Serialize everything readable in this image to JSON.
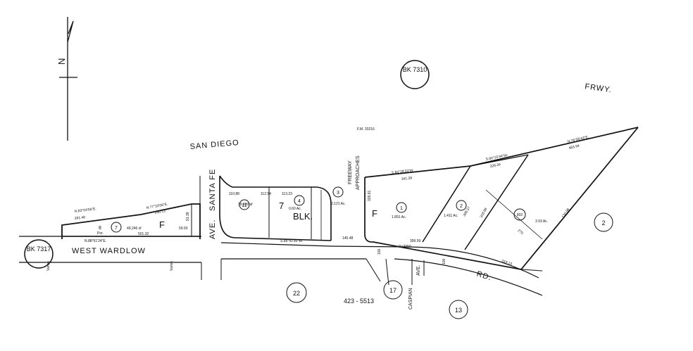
{
  "map_sheets": {
    "current": "BK 7310",
    "west": "BK 7317"
  },
  "north_label": "N",
  "streets": {
    "san_diego": "SAN DIEGO",
    "frwy": "FRWY.",
    "west_wardlow": "WEST   WARDLOW",
    "rd": "RD.",
    "santa_fe": "SANTA FE",
    "ave": "AVE.",
    "freeway_approaches_1": "FREEWAY",
    "freeway_approaches_2": "APPROACHES",
    "caspian_1": "CASPIAN",
    "caspian_2": "AVE."
  },
  "block_labels": {
    "blk": "BLK.",
    "blk_number": "7",
    "f_west": "F",
    "f_east": "F",
    "fm": "F.M. 20216",
    "tract_ref": "423 - 5513"
  },
  "adjacent_pages": [
    "2",
    "22",
    "17",
    "13"
  ],
  "parcels": {
    "p7": "7",
    "p7_area": "49,246 sf",
    "p8": "8",
    "p8_por": "Por.",
    "p11": "11",
    "p11_area": "39,630 sf",
    "p4": "4",
    "p4_area": "0.60 Ac.",
    "p3": "3",
    "p3_area": "0.121 Ac.",
    "p1": "1",
    "p1_area": "1.891 Ac.",
    "p2": "2",
    "p2_area": "1.411 Ac.",
    "p802": "802",
    "p802_area": "3.93 Ac."
  },
  "bearings": {
    "b1": "N.83°04'06\"E.",
    "b1_dist": "291.48",
    "b2": "N.77°33'08\"E.",
    "b2_dist": "240.13",
    "b3": "N.88°51'24\"E.",
    "b3_dist": "501.32",
    "b4": "S.84°28'33\"W.",
    "b4_dist": "341.38",
    "b5": "S.80°15'44\"W.",
    "b5_dist": "328.26",
    "b6": "N.78°05'43\"E.",
    "b6_dist": "463.94",
    "b7": "S.89°42'30\"W.",
    "b7_dist": "145.48",
    "d1": "59.50",
    "d2": "91.39",
    "d3": "110.88",
    "d4": "112.54",
    "d5": "113.23",
    "d6": "R=2050",
    "d7": "399.59",
    "d8": "308.37",
    "d9": "318.99",
    "d10": "275",
    "d11": "130.98",
    "d12": "100",
    "d13": "100",
    "d14": "329.81",
    "d15": "319.13"
  },
  "notes": {
    "varies_1": "Varies",
    "varies_2": "Varies"
  }
}
